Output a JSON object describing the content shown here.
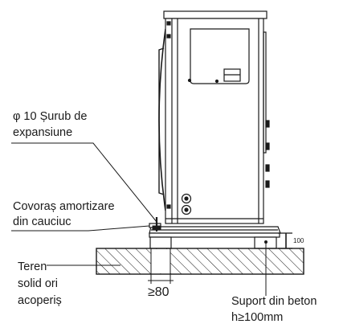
{
  "diagram": {
    "labels": {
      "screw_line1": "φ 10 Șurub de",
      "screw_line2": "expansiune",
      "mat_line1": "Covoraș amortizare",
      "mat_line2": "din cauciuc",
      "ground_line1": "Teren",
      "ground_line2": "solid ori",
      "ground_line3": "acoperiș",
      "support_line1": "Suport din beton",
      "support_line2": "h≥100mm",
      "dim_width": "≥80",
      "dim_height": "100"
    },
    "colors": {
      "line": "#1a1a1a",
      "background": "#ffffff"
    }
  }
}
